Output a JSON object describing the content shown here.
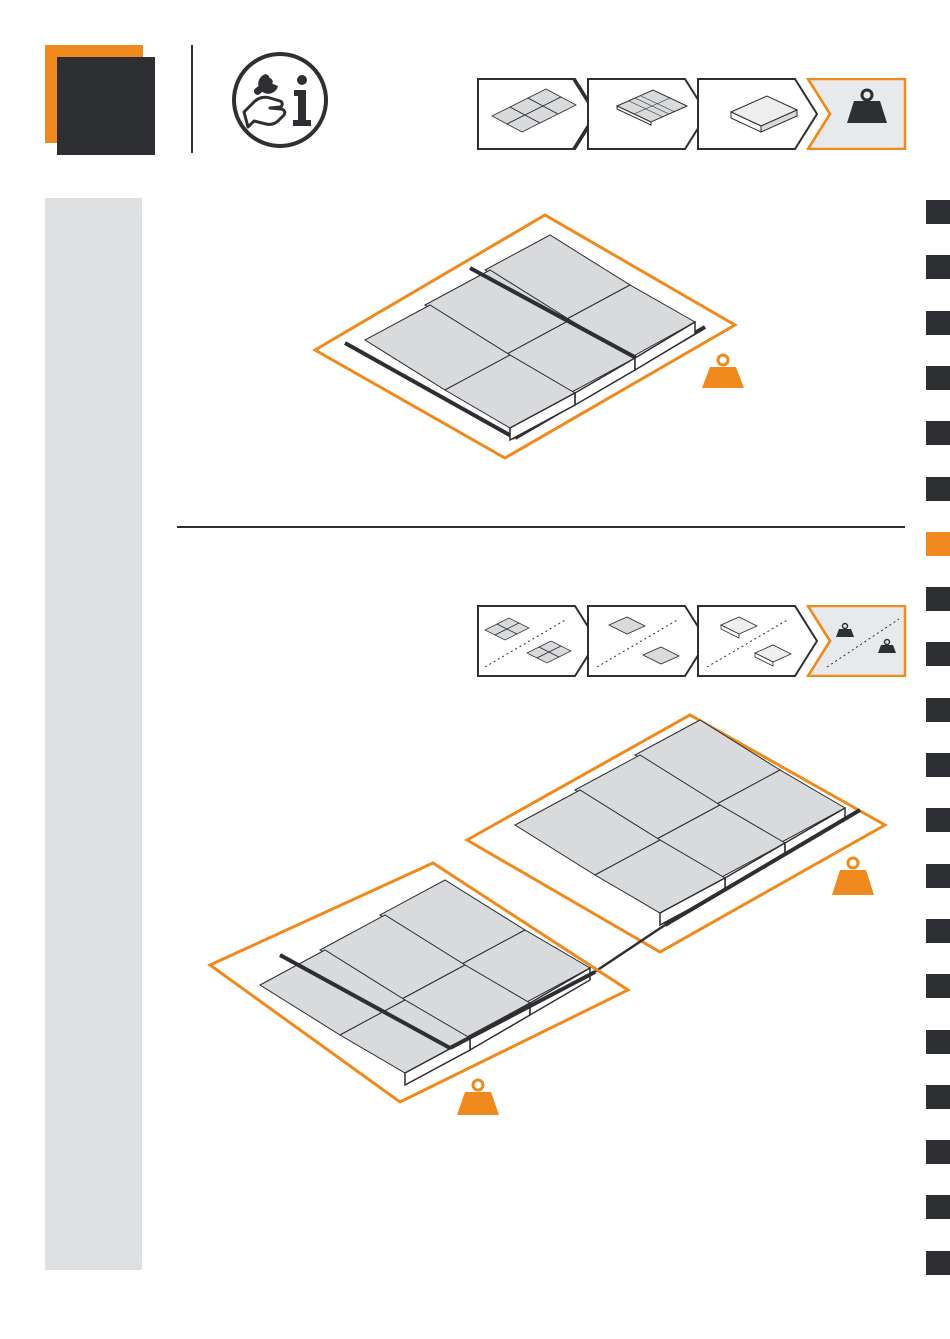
{
  "header": {
    "icons": [
      "tools-hand-icon",
      "info-icon"
    ]
  },
  "top_steps": {
    "icons": [
      "multi-panel-array-icon",
      "single-panel-icon",
      "ballast-tray-icon",
      "ballast-weight-icon"
    ],
    "active_index": 3
  },
  "bottom_steps": {
    "icons": [
      "split-panel-arrays-icon",
      "split-panels-icon",
      "split-trays-icon",
      "split-weights-icon"
    ],
    "active_index": 3
  },
  "illustrations": [
    {
      "name": "single-array-ballast-illustration",
      "icon": "ballast-weight-icon"
    },
    {
      "name": "double-array-ballast-illustration",
      "icons": [
        "ballast-weight-icon",
        "ballast-weight-icon"
      ]
    }
  ],
  "chapter_tabs": {
    "count": 20,
    "active_index": 6
  },
  "colors": {
    "accent": "#f08a1e",
    "dark": "#2e2f33",
    "panel_gray": "#dfe0e2",
    "module_fill": "#d9dadb"
  }
}
